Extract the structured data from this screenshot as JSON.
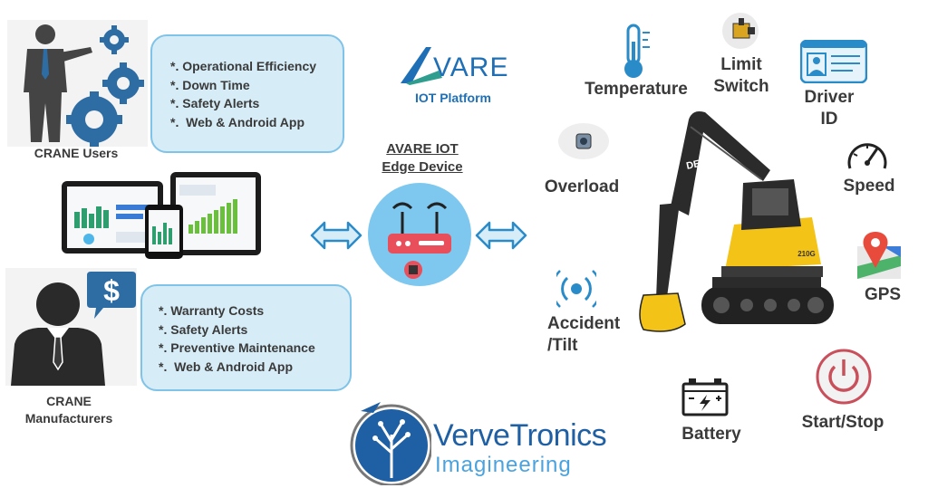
{
  "users_box": {
    "lines": [
      "*. Operational Efficiency",
      "*. Down Time",
      "*. Safety Alerts",
      "*.  Web & Android App"
    ]
  },
  "manufacturers_box": {
    "lines": [
      "*. Warranty Costs",
      "*. Safety Alerts",
      "*. Preventive Maintenance",
      "*.  Web & Android App"
    ]
  },
  "users_label": "CRANE Users",
  "manufacturers_label": [
    "CRANE",
    "Manufacturers"
  ],
  "avare_logo": {
    "brand": "VARE",
    "platform": "IOT Platform"
  },
  "edge_device": {
    "title_line1": "AVARE IOT",
    "title_line2": "Edge Device"
  },
  "sensors": {
    "temperature": "Temperature",
    "limit_switch": [
      "Limit",
      "Switch"
    ],
    "driver_id": [
      "Driver",
      "ID"
    ],
    "overload": "Overload",
    "speed": "Speed",
    "gps": "GPS",
    "accident": [
      "Accident",
      "/Tilt"
    ],
    "battery": "Battery",
    "start_stop": "Start/Stop"
  },
  "excavator_brand": "DEERE",
  "excavator_model": "210G",
  "vervetronics": {
    "name": "VerveTronics",
    "tagline": "Imagineering"
  },
  "colors": {
    "box_fill": "#d6ecf7",
    "box_border": "#7fc3e8",
    "arrow": "#2a8bc9",
    "router_circle": "#7ec8ef",
    "router": "#e94e5b",
    "deere_yellow": "#f3c318"
  }
}
